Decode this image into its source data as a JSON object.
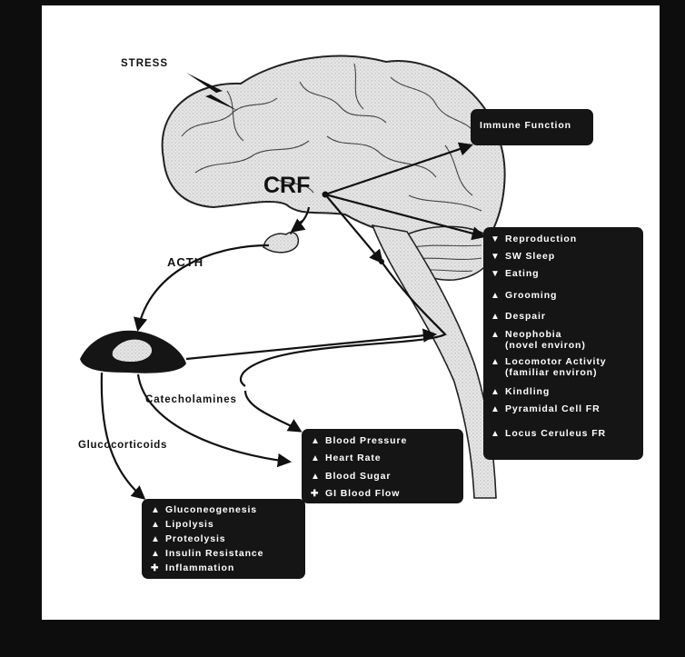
{
  "labels": {
    "stress": "STRESS",
    "crf": "CRF",
    "acth": "ACTH",
    "catecholamines": "Catecholamines",
    "glucocorticoids": "Glucocorticoids"
  },
  "immune_box": {
    "text": "Immune Function"
  },
  "brain_effects_box": {
    "items": [
      {
        "dir": "▼",
        "text": "Reproduction"
      },
      {
        "dir": "▼",
        "text": "SW Sleep"
      },
      {
        "dir": "▼",
        "text": "Eating"
      },
      {
        "dir": "▲",
        "text": "Grooming"
      },
      {
        "dir": "▲",
        "text": "Despair"
      },
      {
        "dir": "▲",
        "text": "Neophobia",
        "sub": "(novel environ)"
      },
      {
        "dir": "▲",
        "text": "Locomotor Activity",
        "sub": "(familiar environ)"
      },
      {
        "dir": "▲",
        "text": "Kindling"
      },
      {
        "dir": "▲",
        "text": "Pyramidal Cell FR"
      },
      {
        "dir": "▲",
        "text": "Locus Ceruleus FR"
      }
    ]
  },
  "cardio_box": {
    "items": [
      {
        "dir": "▲",
        "text": "Blood Pressure"
      },
      {
        "dir": "▲",
        "text": "Heart Rate"
      },
      {
        "dir": "▲",
        "text": "Blood Sugar"
      },
      {
        "dir": "✚",
        "text": "GI Blood Flow"
      }
    ]
  },
  "metabolic_box": {
    "items": [
      {
        "dir": "▲",
        "text": "Gluconeogenesis"
      },
      {
        "dir": "▲",
        "text": "Lipolysis"
      },
      {
        "dir": "▲",
        "text": "Proteolysis"
      },
      {
        "dir": "▲",
        "text": "Insulin Resistance"
      },
      {
        "dir": "✚",
        "text": "Inflammation"
      }
    ]
  }
}
